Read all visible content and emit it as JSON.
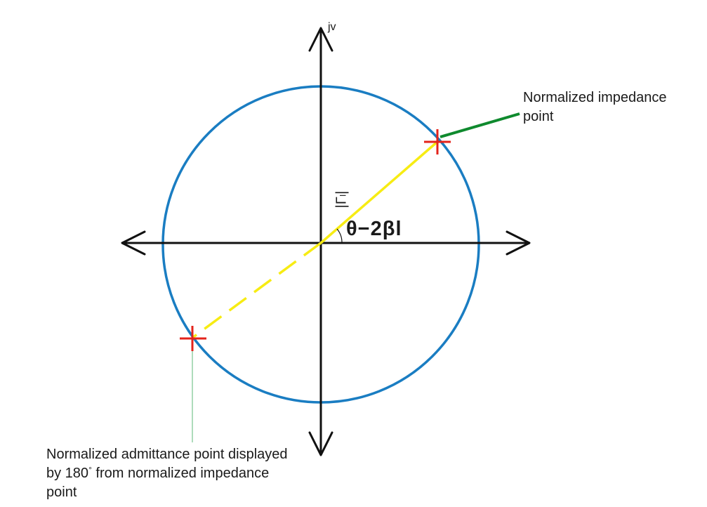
{
  "axes": {
    "vertical_label": "jv"
  },
  "angle_label": "θ−2βl",
  "gamma_label": "|Γₗ|",
  "impedance_label": {
    "line1": "Normalized impedance",
    "line2": "point"
  },
  "admittance_label": {
    "line1": "Normalized admittance point displayed",
    "line2_pre": "by 180",
    "line2_sup": "°",
    "line2_post": " from normalized impedance",
    "line3": "point"
  },
  "colors": {
    "circle": "#1a7dc2",
    "axes": "#111111",
    "radius_line": "#f7ec13",
    "point_marker": "#e3231b",
    "impedance_leader": "#0f8a2e",
    "admittance_leader": "#79c48e"
  }
}
